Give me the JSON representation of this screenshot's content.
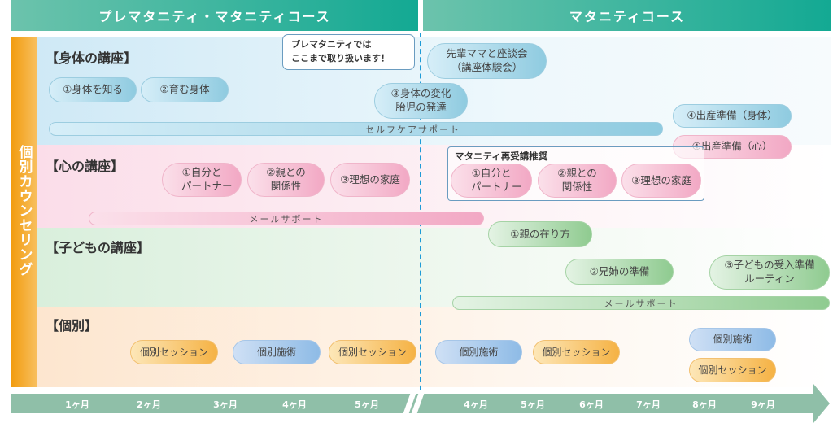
{
  "headers": {
    "left": "プレマタニティ・マタニティコース",
    "right": "マタニティコース"
  },
  "sidebar": "個別カウンセリング",
  "bubble": "プレマタニティでは\nここまで取り扱います！",
  "body": {
    "title": "【身体の講座】",
    "items": [
      "①身体を知る",
      "②育む身体",
      "③身体の変化\n胎児の発達",
      "先輩ママと座談会\n（講座体験会）",
      "④出産準備（身体）"
    ],
    "support": "セルフケアサポート"
  },
  "mind": {
    "title": "【心の講座】",
    "items": [
      "①自分と\n　パートナー",
      "②親との\n関係性",
      "③理想の家庭",
      "④出産準備（心）"
    ],
    "box_title": "マタニティ再受講推奨",
    "box_items": [
      "①自分と\n　パートナー",
      "②親との\n関係性",
      "③理想の家庭"
    ],
    "support": "メールサポート"
  },
  "child": {
    "title": "【子どもの講座】",
    "items": [
      "①親の在り方",
      "②兄姉の準備",
      "③子どもの受入準備\nルーティン"
    ],
    "support": "メールサポート"
  },
  "individual": {
    "title": "【個別】",
    "session": "個別セッション",
    "treatment": "個別施術"
  },
  "axis": {
    "pre": [
      "1ヶ月",
      "2ヶ月",
      "3ヶ月",
      "4ヶ月",
      "5ヶ月"
    ],
    "mat": [
      "4ヶ月",
      "5ヶ月",
      "6ヶ月",
      "7ヶ月",
      "8ヶ月",
      "9ヶ月"
    ]
  },
  "colors": {
    "header": "#13a993",
    "sidebar": "#f29c0f",
    "axis": "#8fbfa8",
    "divider": "#1e9bd7"
  }
}
